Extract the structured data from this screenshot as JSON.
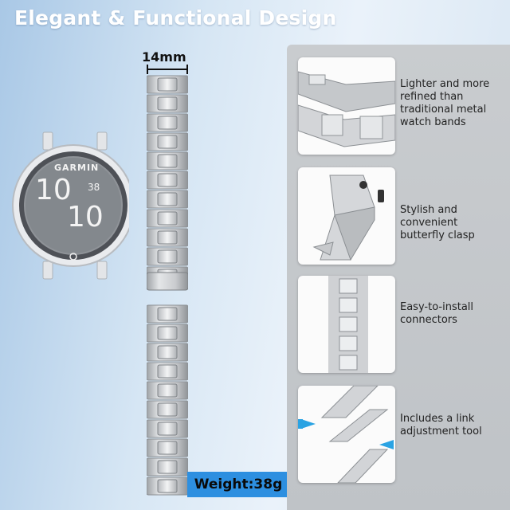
{
  "title": "Elegant & Functional Design",
  "band_width_label": "14mm",
  "weight_label": "Weight:38g",
  "watch": {
    "brand": "GARMIN",
    "hour": "10",
    "minute": "10",
    "small": "38"
  },
  "features": [
    {
      "text": "Lighter and more refined than traditional metal watch bands",
      "icon": "band-closeup"
    },
    {
      "text": "Stylish and convenient butterfly clasp",
      "icon": "butterfly-clasp"
    },
    {
      "text": "Easy-to-install connectors",
      "icon": "connector"
    },
    {
      "text": "Includes a link adjustment tool",
      "icon": "link-adjust"
    }
  ],
  "colors": {
    "accent": "#2d8fe0",
    "panel": "#c4c8cc",
    "metal": "#c7c9cc"
  }
}
